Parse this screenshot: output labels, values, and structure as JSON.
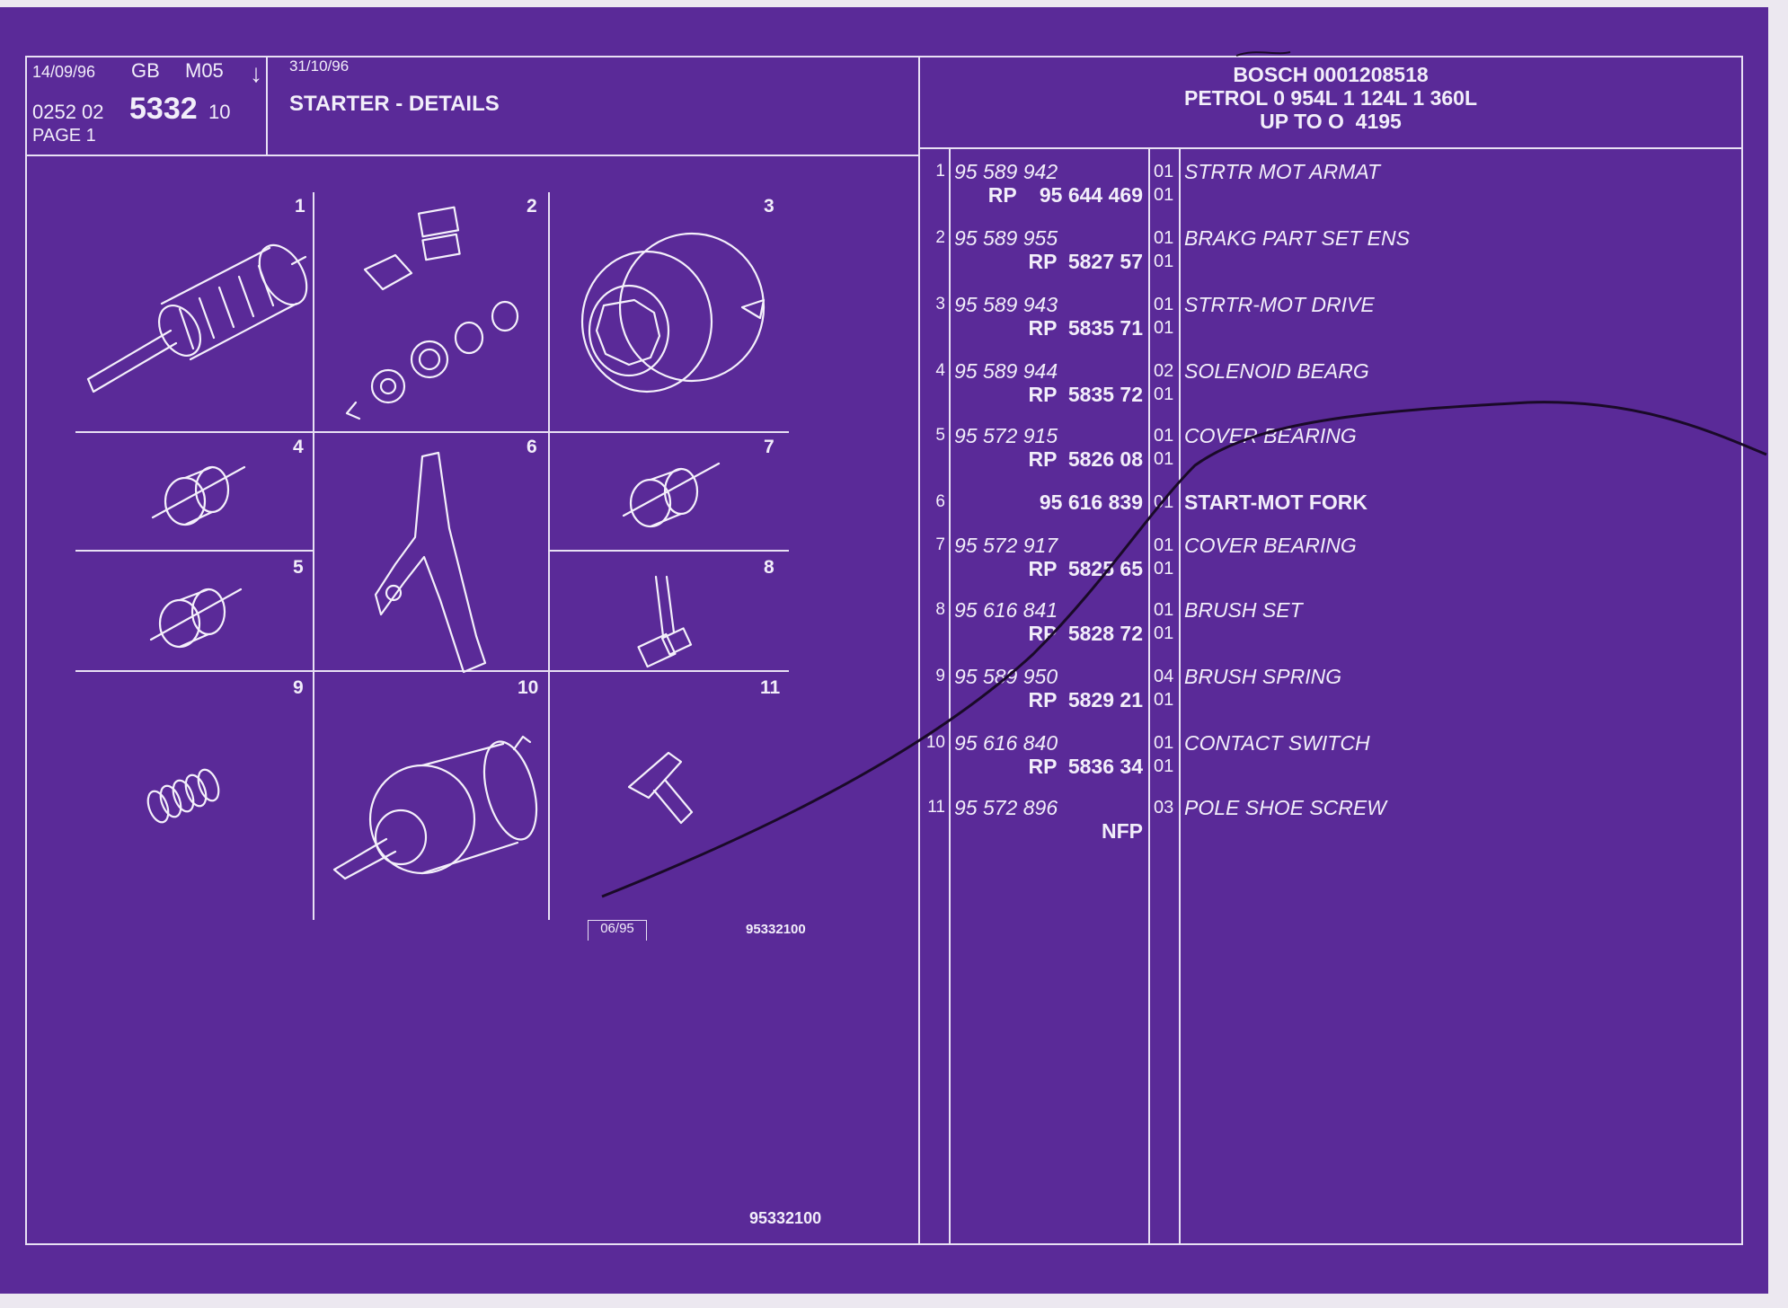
{
  "header": {
    "date_left": "14/09/96",
    "country": "GB",
    "model": "M05",
    "arrow": "↓",
    "code_prefix": "0252 02",
    "code_main": "5332",
    "code_suffix": "10",
    "page": "PAGE 1",
    "date_right": "31/10/96",
    "title": "STARTER - DETAILS",
    "spec_line1": "BOSCH 0001208518",
    "spec_line2": "PETROL 0 954L 1 124L 1 360L",
    "spec_line3": "UP TO O  4195"
  },
  "illustration": {
    "cells": [
      "1",
      "2",
      "3",
      "4",
      "6",
      "7",
      "5",
      "8",
      "9",
      "10",
      "11"
    ],
    "date_box": "06/95",
    "ref_small": "95332100",
    "ref_bottom": "95332100"
  },
  "parts": [
    {
      "num": "1",
      "part_no": "95 589 942",
      "rp": "RP    95 644 469",
      "qty": "01",
      "qty2": "01",
      "desc": "STRTR MOT ARMAT"
    },
    {
      "num": "2",
      "part_no": "95 589 955",
      "rp": "RP  5827 57",
      "qty": "01",
      "qty2": "01",
      "desc": "BRAKG PART SET ENS"
    },
    {
      "num": "3",
      "part_no": "95 589 943",
      "rp": "RP  5835 71",
      "qty": "01",
      "qty2": "01",
      "desc": "STRTR-MOT DRIVE"
    },
    {
      "num": "4",
      "part_no": "95 589 944",
      "rp": "RP  5835 72",
      "qty": "02",
      "qty2": "01",
      "desc": "SOLENOID BEARG"
    },
    {
      "num": "5",
      "part_no": "95 572 915",
      "rp": "RP  5826 08",
      "qty": "01",
      "qty2": "01",
      "desc": "COVER BEARING"
    },
    {
      "num": "6",
      "part_no": "",
      "rp": "95 616 839",
      "qty": "01",
      "qty2": "",
      "desc": "START-MOT FORK"
    },
    {
      "num": "7",
      "part_no": "95 572 917",
      "rp": "RP  5825 65",
      "qty": "01",
      "qty2": "01",
      "desc": "COVER BEARING"
    },
    {
      "num": "8",
      "part_no": "95 616 841",
      "rp": "RP  5828 72",
      "qty": "01",
      "qty2": "01",
      "desc": "BRUSH SET"
    },
    {
      "num": "9",
      "part_no": "95 589 950",
      "rp": "RP  5829 21",
      "qty": "04",
      "qty2": "01",
      "desc": "BRUSH SPRING"
    },
    {
      "num": "10",
      "part_no": "95 616 840",
      "rp": "RP  5836 34",
      "qty": "01",
      "qty2": "01",
      "desc": "CONTACT SWITCH"
    },
    {
      "num": "11",
      "part_no": "95 572 896",
      "rp": "NFP",
      "qty": "03",
      "qty2": "",
      "desc": "POLE SHOE SCREW"
    }
  ],
  "colors": {
    "background": "#5a2a98",
    "lines": "#e8e0f4",
    "text": "#f2eefa"
  }
}
